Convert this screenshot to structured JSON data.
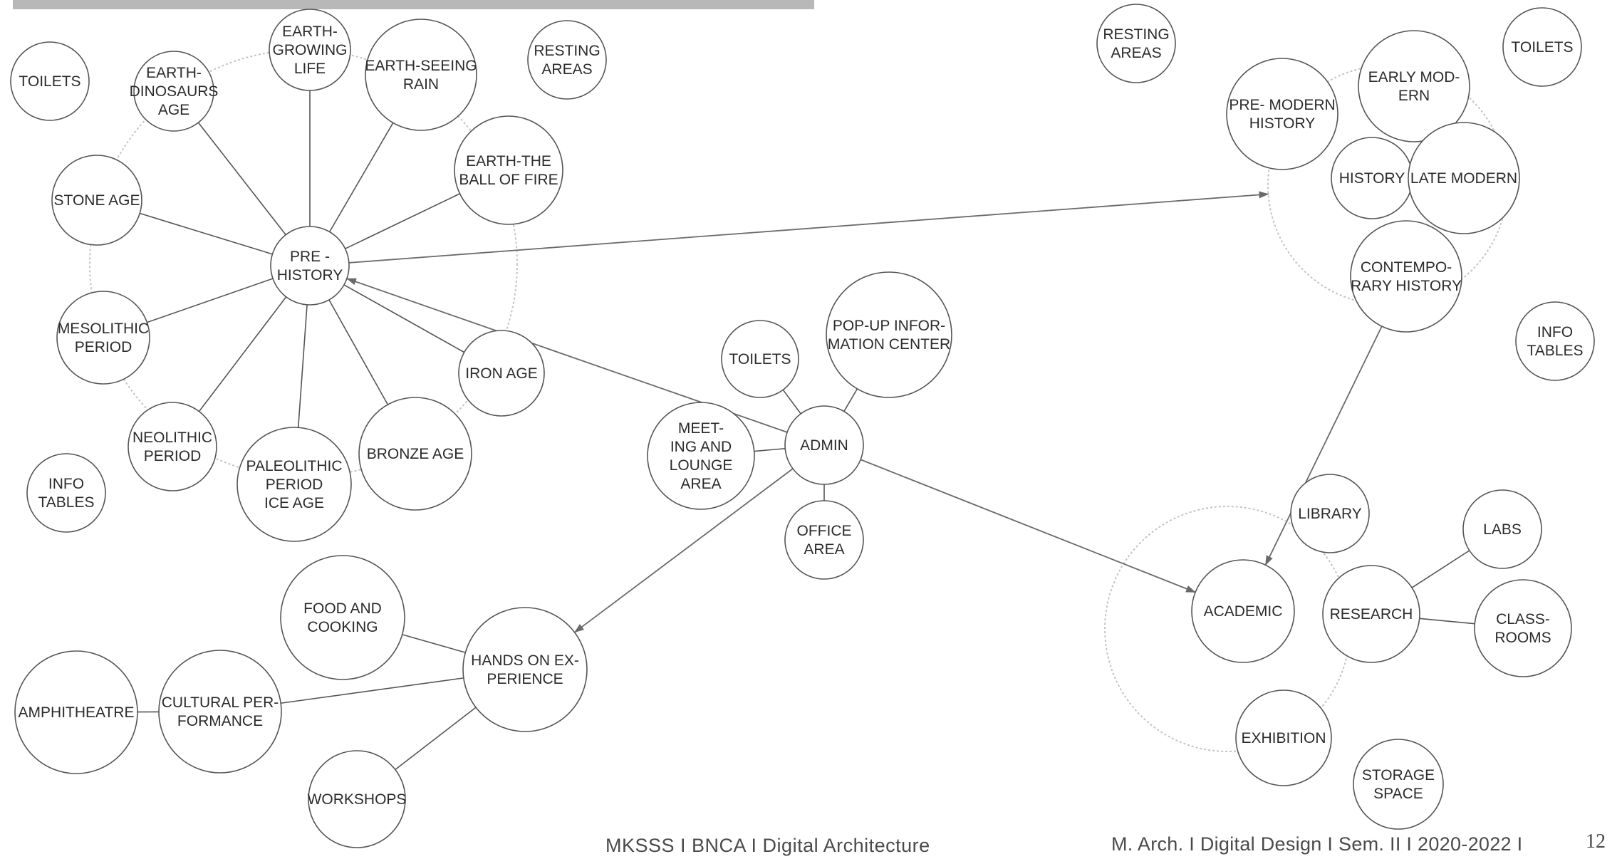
{
  "nodes": [
    {
      "id": "earth-growing-life",
      "lines": [
        "EARTH-",
        "GROWING",
        "LIFE"
      ]
    },
    {
      "id": "earth-dinosaurs-age",
      "lines": [
        "EARTH-",
        "DINOSAURS",
        "AGE"
      ]
    },
    {
      "id": "earth-seeing-rain",
      "lines": [
        "EARTH-SEEING",
        "RAIN"
      ]
    },
    {
      "id": "earth-ball-of-fire",
      "lines": [
        "EARTH-THE",
        "BALL OF FIRE"
      ]
    },
    {
      "id": "toilets-left",
      "lines": [
        "TOILETS"
      ]
    },
    {
      "id": "resting-areas-left",
      "lines": [
        "RESTING",
        "AREAS"
      ]
    },
    {
      "id": "stone-age",
      "lines": [
        "STONE AGE"
      ]
    },
    {
      "id": "pre-history",
      "lines": [
        "PRE -",
        "HISTORY"
      ]
    },
    {
      "id": "mesolithic-period",
      "lines": [
        "MESOLITHIC",
        "PERIOD"
      ]
    },
    {
      "id": "iron-age",
      "lines": [
        "IRON AGE"
      ]
    },
    {
      "id": "neolithic-period",
      "lines": [
        "NEOLITHIC",
        "PERIOD"
      ]
    },
    {
      "id": "paleolithic-period",
      "lines": [
        "PALEOLITHIC",
        "PERIOD",
        "ICE AGE"
      ]
    },
    {
      "id": "bronze-age",
      "lines": [
        "BRONZE AGE"
      ]
    },
    {
      "id": "info-tables-left",
      "lines": [
        "INFO",
        "TABLES"
      ]
    },
    {
      "id": "toilets-center",
      "lines": [
        "TOILETS"
      ]
    },
    {
      "id": "pop-up-info-center",
      "lines": [
        "POP-UP INFOR-",
        "MATION CENTER"
      ]
    },
    {
      "id": "meeting-lounge-area",
      "lines": [
        "MEET-",
        "ING AND",
        "LOUNGE",
        "AREA"
      ]
    },
    {
      "id": "admin",
      "lines": [
        "ADMIN"
      ]
    },
    {
      "id": "office-area",
      "lines": [
        "OFFICE",
        "AREA"
      ]
    },
    {
      "id": "food-and-cooking",
      "lines": [
        "FOOD AND",
        "COOKING"
      ]
    },
    {
      "id": "hands-on-experience",
      "lines": [
        "HANDS ON EX-",
        "PERIENCE"
      ]
    },
    {
      "id": "amphitheatre",
      "lines": [
        "AMPHITHEATRE"
      ]
    },
    {
      "id": "cultural-performance",
      "lines": [
        "CULTURAL PER-",
        "FORMANCE"
      ]
    },
    {
      "id": "workshops",
      "lines": [
        "WORKSHOPS"
      ]
    },
    {
      "id": "resting-areas-right",
      "lines": [
        "RESTING",
        "AREAS"
      ]
    },
    {
      "id": "toilets-right",
      "lines": [
        "TOILETS"
      ]
    },
    {
      "id": "pre-modern-history",
      "lines": [
        "PRE- MODERN",
        "HISTORY"
      ]
    },
    {
      "id": "early-modern",
      "lines": [
        "EARLY MOD-",
        "ERN"
      ]
    },
    {
      "id": "history",
      "lines": [
        "HISTORY"
      ]
    },
    {
      "id": "late-modern",
      "lines": [
        "LATE MODERN"
      ]
    },
    {
      "id": "contemporary-history",
      "lines": [
        "CONTEMPO-",
        "RARY HISTORY"
      ]
    },
    {
      "id": "info-tables-right",
      "lines": [
        "INFO",
        "TABLES"
      ]
    },
    {
      "id": "library",
      "lines": [
        "LIBRARY"
      ]
    },
    {
      "id": "labs",
      "lines": [
        "LABS"
      ]
    },
    {
      "id": "academic",
      "lines": [
        "ACADEMIC"
      ]
    },
    {
      "id": "research",
      "lines": [
        "RESEARCH"
      ]
    },
    {
      "id": "classrooms",
      "lines": [
        "CLASS-",
        "ROOMS"
      ]
    },
    {
      "id": "exhibition",
      "lines": [
        "EXHIBITION"
      ]
    },
    {
      "id": "storage-space",
      "lines": [
        "STORAGE",
        "SPACE"
      ]
    }
  ],
  "links": [
    {
      "from": "pre-history",
      "to": "earth-growing-life"
    },
    {
      "from": "pre-history",
      "to": "earth-dinosaurs-age"
    },
    {
      "from": "pre-history",
      "to": "earth-seeing-rain"
    },
    {
      "from": "pre-history",
      "to": "earth-ball-of-fire"
    },
    {
      "from": "pre-history",
      "to": "stone-age"
    },
    {
      "from": "pre-history",
      "to": "mesolithic-period"
    },
    {
      "from": "pre-history",
      "to": "neolithic-period"
    },
    {
      "from": "pre-history",
      "to": "paleolithic-period"
    },
    {
      "from": "pre-history",
      "to": "bronze-age"
    },
    {
      "from": "pre-history",
      "to": "iron-age"
    },
    {
      "from": "admin",
      "to": "toilets-center"
    },
    {
      "from": "admin",
      "to": "pop-up-info-center"
    },
    {
      "from": "admin",
      "to": "meeting-lounge-area"
    },
    {
      "from": "admin",
      "to": "office-area"
    },
    {
      "from": "hands-on-experience",
      "to": "food-and-cooking"
    },
    {
      "from": "hands-on-experience",
      "to": "cultural-performance"
    },
    {
      "from": "hands-on-experience",
      "to": "workshops"
    },
    {
      "from": "cultural-performance",
      "to": "amphitheatre"
    },
    {
      "from": "research",
      "to": "labs"
    },
    {
      "from": "research",
      "to": "classrooms"
    }
  ],
  "arrows": [
    {
      "from": "admin",
      "to": "pre-history"
    },
    {
      "from": "admin",
      "to": "hands-on-experience"
    },
    {
      "from": "admin",
      "to": "academic"
    },
    {
      "from": "pre-history",
      "to": "history-zone"
    },
    {
      "from": "contemporary-history",
      "to": "academic"
    }
  ],
  "zones": [
    "pre-history-zone",
    "history-zone",
    "academic-zone"
  ],
  "colors": {
    "stroke": "#555555",
    "zone": "#c4c4c4",
    "text": "#2b2b2b",
    "arrow": "#6a6a6a",
    "bar": "#b8b8b8"
  },
  "footer": {
    "left": "MKSSS  I  BNCA  I  Digital Architecture",
    "right": "M. Arch. I Digital Design I Sem. II I 2020-2022 I",
    "page": "12"
  }
}
